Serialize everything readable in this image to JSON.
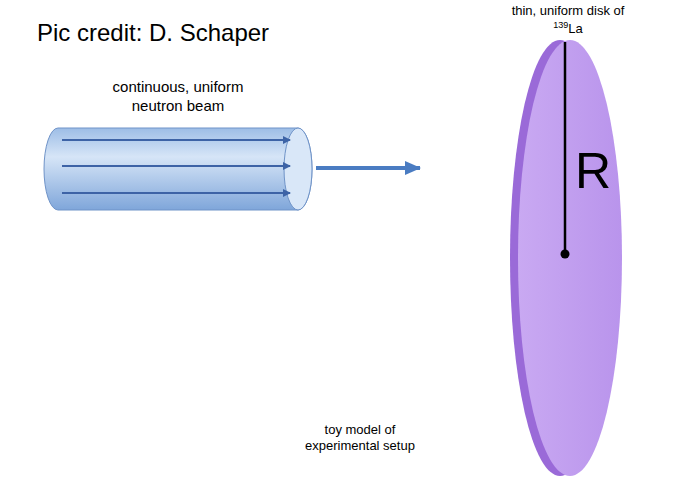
{
  "diagram": {
    "labels": [
      "Pic credit: D. Schaper",
      "thin, uniform disk of",
      "139La",
      "continuous, uniform neutron beam",
      "R",
      "toy model of experimental setup"
    ]
  }
}
